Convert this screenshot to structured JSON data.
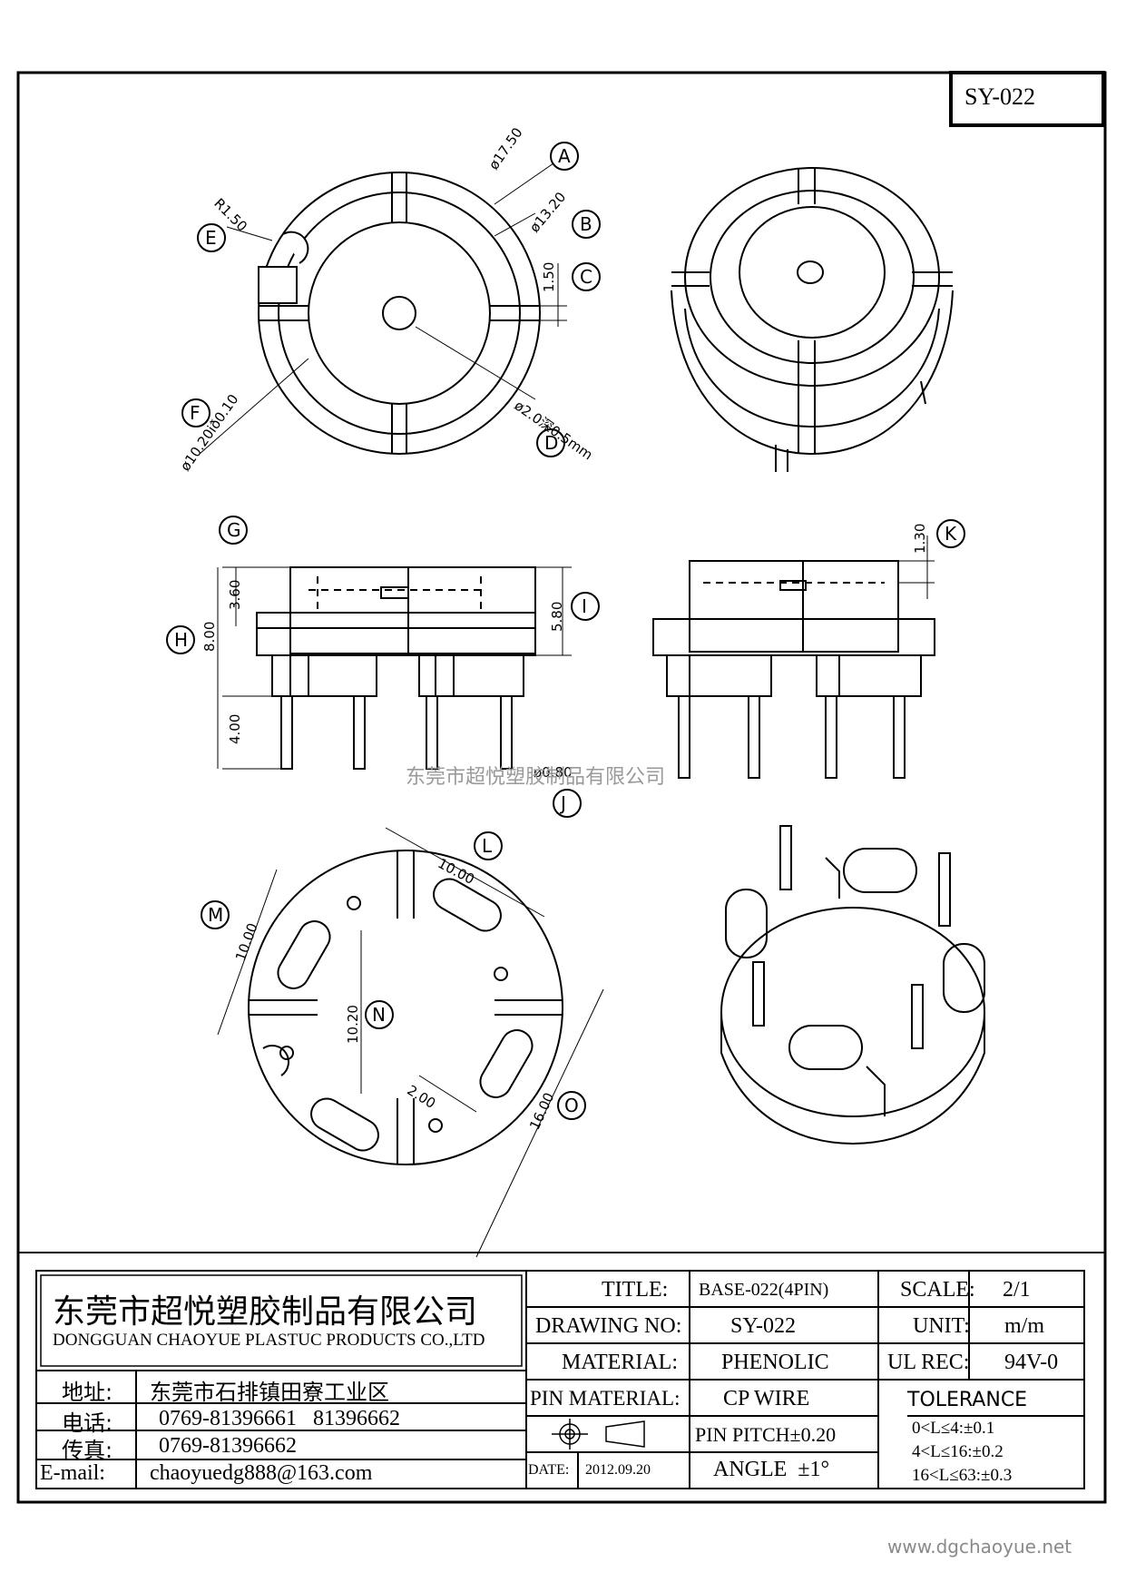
{
  "drawing_code": "SY-022",
  "watermark": "东莞市超悦塑胶制品有限公司",
  "website": "www.dgchaoyue.net",
  "top_view": {
    "dim_a": "ø17.50",
    "dim_b": "ø13.20",
    "dim_c": "1.50",
    "dim_d": "ø2.0深0.5mm",
    "dim_e": "R1.50",
    "dim_f": "ø10.20ið0.10",
    "lbl_a": "A",
    "lbl_b": "B",
    "lbl_c": "C",
    "lbl_d": "D",
    "lbl_e": "E",
    "lbl_f": "F"
  },
  "side_view": {
    "dim_g": "3.60",
    "dim_h": "8.00",
    "dim_i": "5.80",
    "dim_pin": "4.00",
    "dim_j": "ø0.80",
    "dim_k": "1.30",
    "lbl_g": "G",
    "lbl_h": "H",
    "lbl_i": "I",
    "lbl_j": "J",
    "lbl_k": "K"
  },
  "bottom_view": {
    "dim_l": "10.00",
    "dim_m": "10.00",
    "dim_n": "10.20",
    "dim_slot": "2.00",
    "dim_o": "16.00",
    "lbl_l": "L",
    "lbl_m": "M",
    "lbl_n": "N",
    "lbl_o": "O"
  },
  "title_block": {
    "company_cn": "东莞市超悦塑胶制品有限公司",
    "company_en": "DONGGUAN CHAOYUE PLASTUC PRODUCTS CO.,LTD",
    "address_label": "地址:",
    "address": "东莞市石排镇田寮工业区",
    "phone_label": "电话:",
    "phone": "0769-81396661   81396662",
    "fax_label": "传真:",
    "fax": "0769-81396662",
    "email_label": "E-mail:",
    "email": "chaoyuedg888@163.com",
    "title_label": "TITLE:",
    "title": "BASE-022(4PIN)",
    "drawing_no_label": "DRAWING NO:",
    "drawing_no": "SY-022",
    "material_label": "MATERIAL:",
    "material": "PHENOLIC",
    "pin_material_label": "PIN MATERIAL:",
    "pin_material": "CP WIRE",
    "pin_pitch": "PIN PITCH±0.20",
    "date_label": "DATE:",
    "date": "2012.09.20",
    "angle": "ANGLE  ±1°",
    "scale_label": "SCALE:",
    "scale": "2/1",
    "unit_label": "UNIT:",
    "unit": "m/m",
    "ul_label": "UL REC:",
    "ul": "94V-0",
    "tolerance_label": "TOLERANCE",
    "tol_1": "0<L≤4:±0.1",
    "tol_2": "4<L≤16:±0.2",
    "tol_3": "16<L≤63:±0.3"
  }
}
